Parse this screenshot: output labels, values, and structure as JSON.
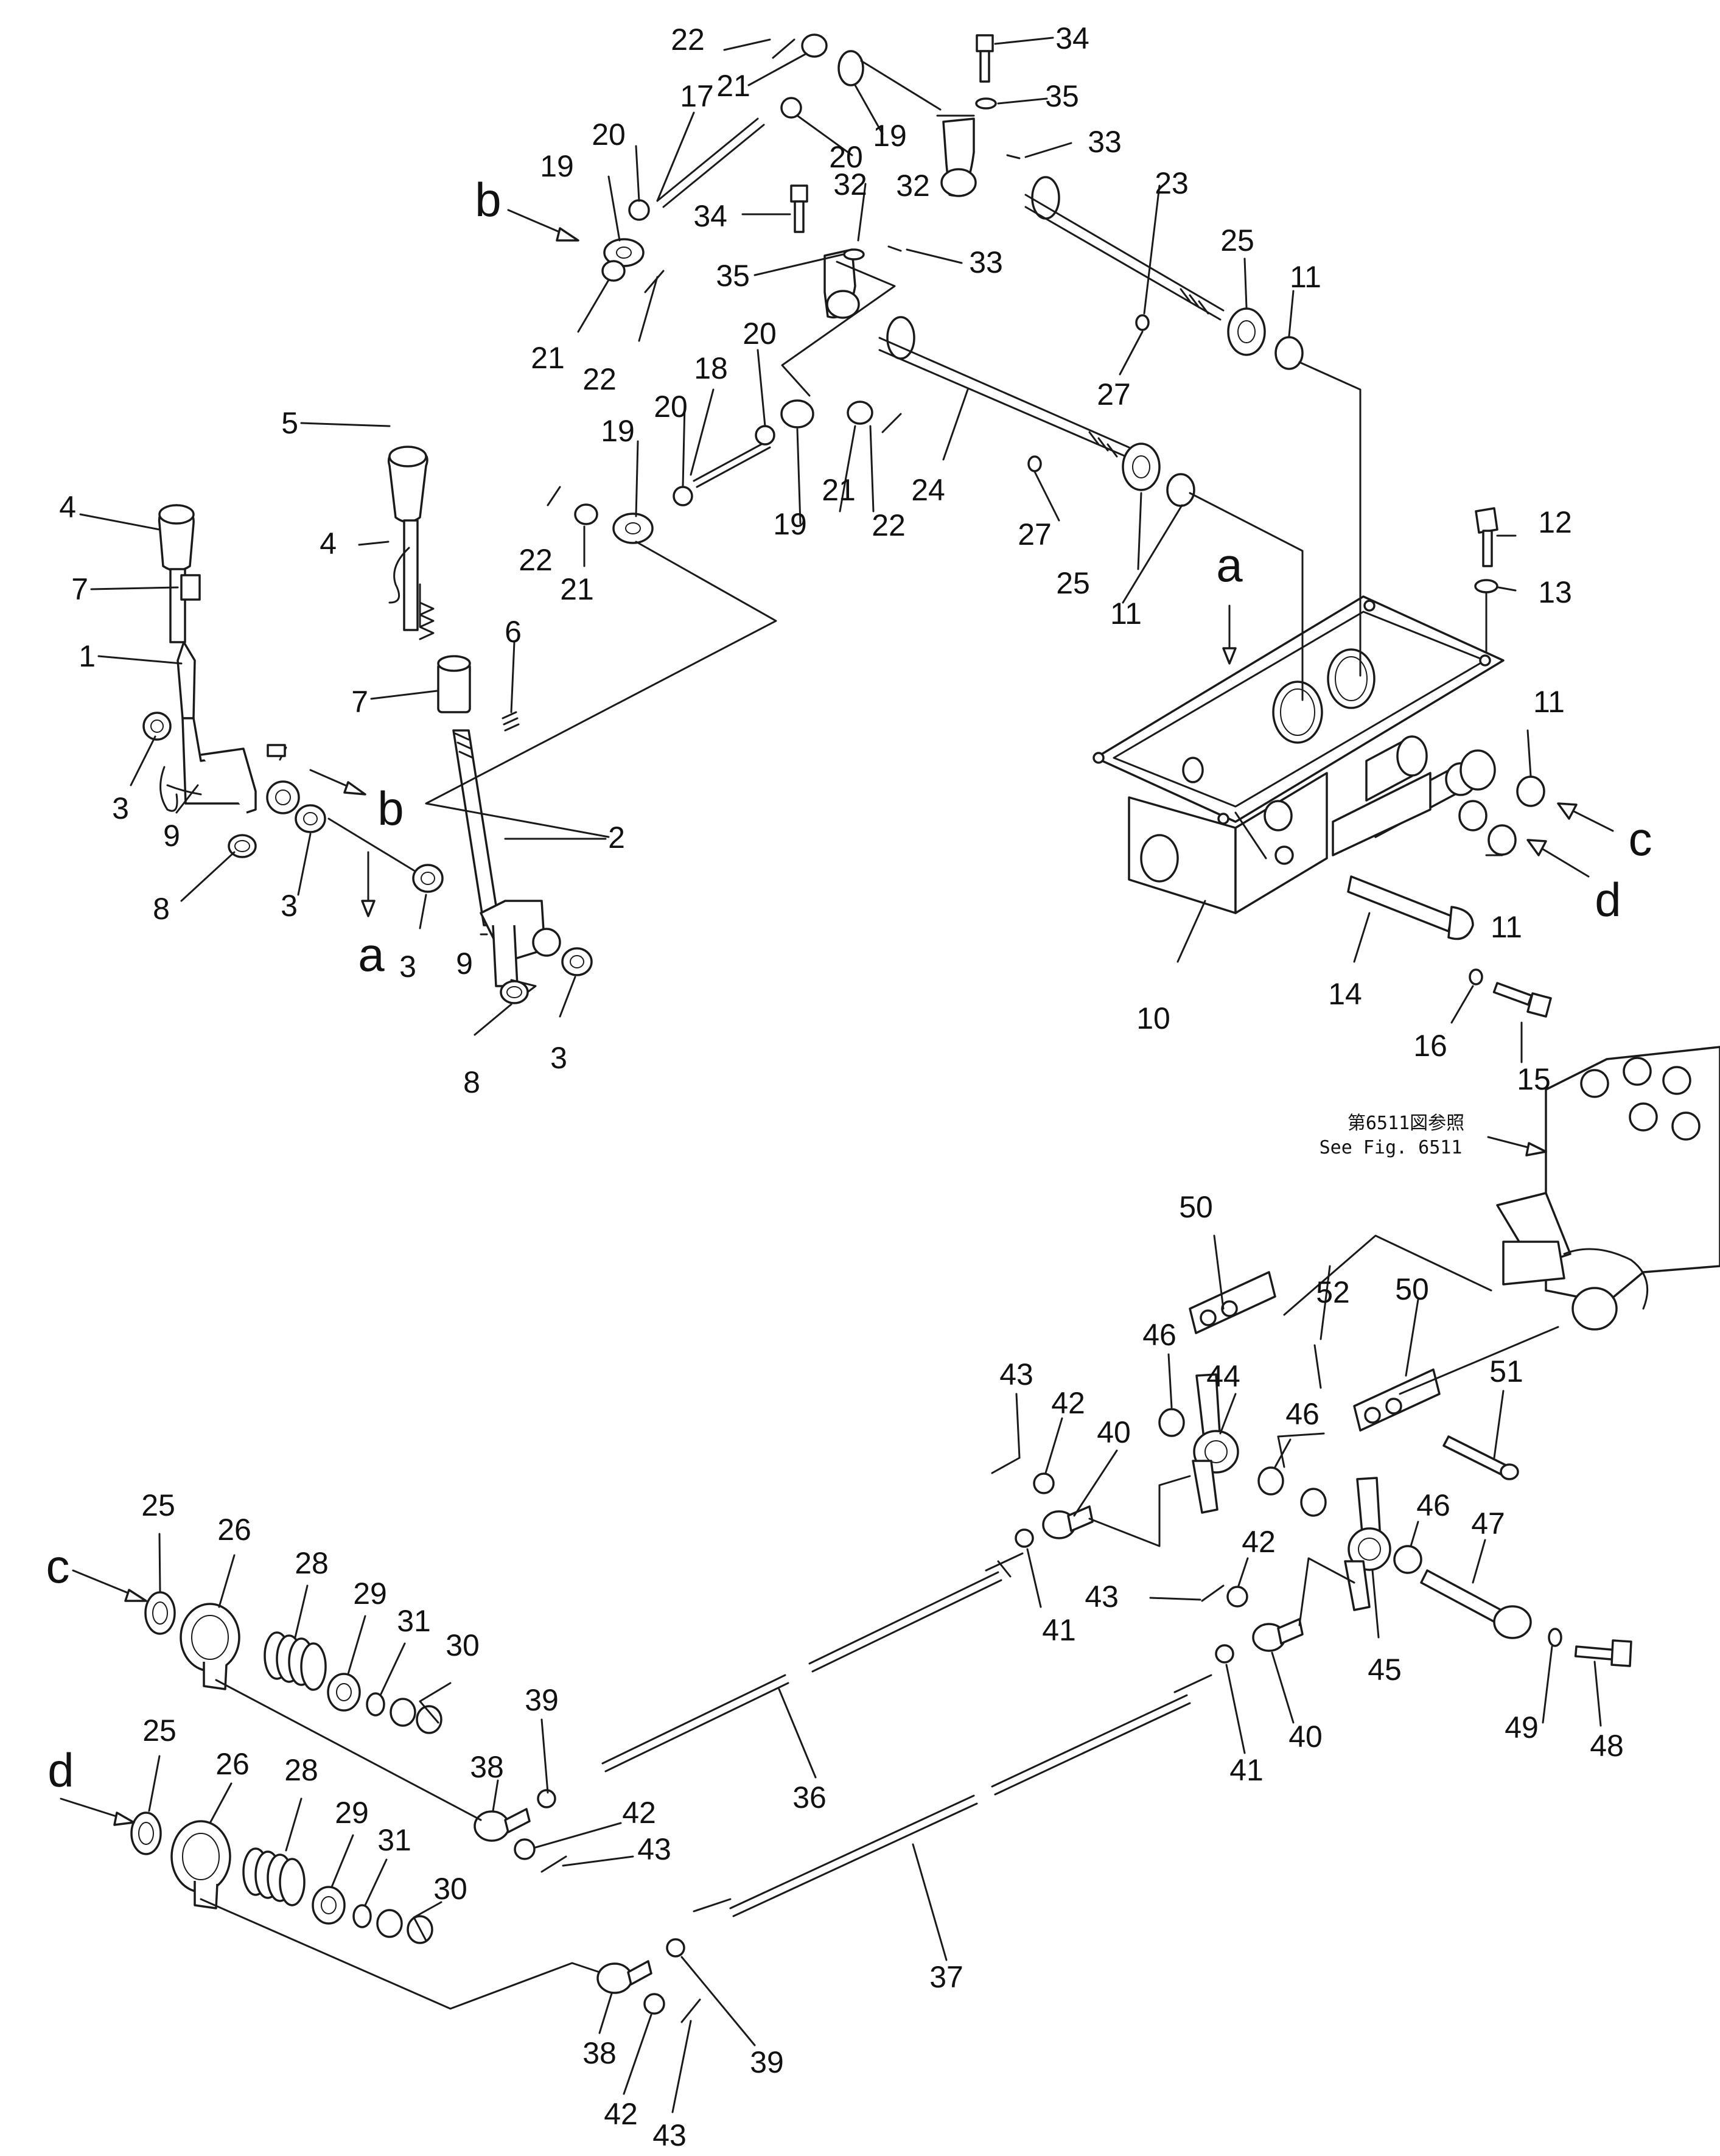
{
  "note": {
    "line1": "第6511図参照",
    "line2": "See Fig. 6511"
  },
  "arrow_labels": {
    "a": "a",
    "b": "b",
    "c": "c",
    "d": "d"
  },
  "callouts": {
    "n1": "1",
    "n2": "2",
    "n3": "3",
    "n4": "4",
    "n5": "5",
    "n6": "6",
    "n7": "7",
    "n8": "8",
    "n9": "9",
    "n10": "10",
    "n11": "11",
    "n12": "12",
    "n13": "13",
    "n14": "14",
    "n15": "15",
    "n16": "16",
    "n17": "17",
    "n18": "18",
    "n19": "19",
    "n20": "20",
    "n21": "21",
    "n22": "22",
    "n23": "23",
    "n24": "24",
    "n25": "25",
    "n26": "26",
    "n27": "27",
    "n28": "28",
    "n29": "29",
    "n30": "30",
    "n31": "31",
    "n32": "32",
    "n33": "33",
    "n34": "34",
    "n35": "35",
    "n36": "36",
    "n37": "37",
    "n38": "38",
    "n39": "39",
    "n40": "40",
    "n41": "41",
    "n42": "42",
    "n43": "43",
    "n44": "44",
    "n45": "45",
    "n46": "46",
    "n47": "47",
    "n48": "48",
    "n49": "49",
    "n50": "50",
    "n51": "51",
    "n52": "52"
  }
}
